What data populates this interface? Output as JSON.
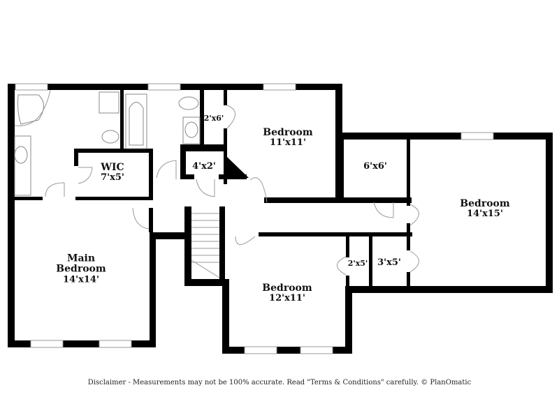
{
  "floorplan": {
    "rooms": [
      {
        "id": "main-bedroom",
        "name_line1": "Main",
        "name_line2": "Bedroom",
        "dimensions": "14'x14'"
      },
      {
        "id": "wic",
        "name": "WIC",
        "dimensions": "7'x5'"
      },
      {
        "id": "closet-2x6",
        "dimensions": "2'x6'"
      },
      {
        "id": "closet-4x2",
        "dimensions": "4'x2'"
      },
      {
        "id": "bedroom-11x11",
        "name": "Bedroom",
        "dimensions": "11'x11'"
      },
      {
        "id": "closet-6x6",
        "dimensions": "6'x6'"
      },
      {
        "id": "bedroom-14x15",
        "name": "Bedroom",
        "dimensions": "14'x15'"
      },
      {
        "id": "closet-2x5",
        "dimensions": "2'x5'"
      },
      {
        "id": "closet-3x5",
        "dimensions": "3'x5'"
      },
      {
        "id": "bedroom-12x11",
        "name": "Bedroom",
        "dimensions": "12'x11'"
      }
    ]
  },
  "footer": {
    "disclaimer": "Disclaimer - Measurements may not be 100% accurate. Read \"Terms & Conditions\" carefully. © PlanOmatic"
  }
}
